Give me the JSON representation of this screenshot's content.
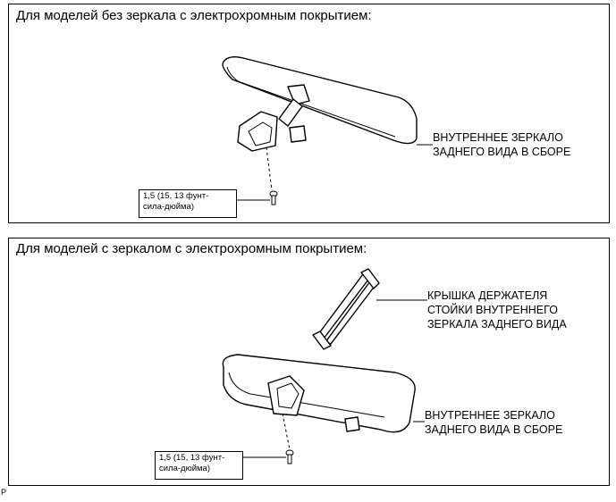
{
  "panel1": {
    "heading": "Для моделей  без зеркала с электрохромным покрытием:",
    "part_label_line1": "ВНУТРЕННЕЕ ЗЕРКАЛО",
    "part_label_line2": "ЗАДНЕГО ВИДА В СБОРЕ",
    "torque_line1": "1,5 (15, 13 фунт-",
    "torque_line2": "сила-дюйма)"
  },
  "panel2": {
    "heading": "Для моделей с зеркалом с электрохромным покрытием:",
    "cover_label_line1": "КРЫШКА ДЕРЖАТЕЛЯ",
    "cover_label_line2": "СТОЙКИ ВНУТРЕННЕГО",
    "cover_label_line3": "ЗЕРКАЛА ЗАДНЕГО ВИДА",
    "part_label_line1": "ВНУТРЕННЕЕ ЗЕРКАЛО",
    "part_label_line2": "ЗАДНЕГО ВИДА В СБОРЕ",
    "torque_line1": "1,5 (15, 13 фунт-",
    "torque_line2": "сила-дюйма)"
  },
  "figure_code": "P"
}
